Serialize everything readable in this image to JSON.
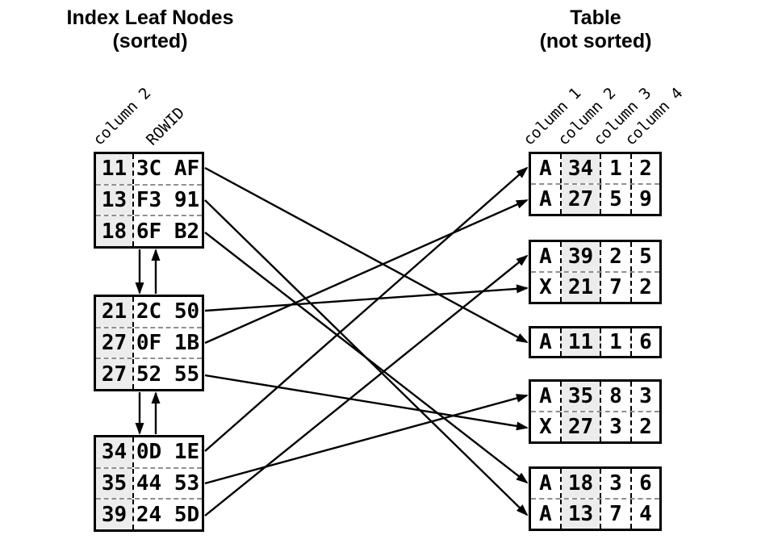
{
  "index_panel": {
    "title_line1": "Index Leaf Nodes",
    "title_line2": "(sorted)",
    "column_labels": [
      "column 2",
      "ROWID"
    ],
    "nodes": [
      {
        "id": "n1",
        "rows": [
          {
            "key": "11",
            "rowid": "3C AF"
          },
          {
            "key": "13",
            "rowid": "F3 91"
          },
          {
            "key": "18",
            "rowid": "6F B2"
          }
        ]
      },
      {
        "id": "n2",
        "rows": [
          {
            "key": "21",
            "rowid": "2C 50"
          },
          {
            "key": "27",
            "rowid": "0F 1B"
          },
          {
            "key": "27",
            "rowid": "52 55"
          }
        ]
      },
      {
        "id": "n3",
        "rows": [
          {
            "key": "34",
            "rowid": "0D 1E"
          },
          {
            "key": "35",
            "rowid": "44 53"
          },
          {
            "key": "39",
            "rowid": "24 5D"
          }
        ]
      }
    ]
  },
  "table_panel": {
    "title_line1": "Table",
    "title_line2": "(not sorted)",
    "column_labels": [
      "column 1",
      "column 2",
      "column 3",
      "column 4"
    ],
    "blocks": [
      {
        "id": "t1",
        "rows": [
          [
            "A",
            "34",
            "1",
            "2"
          ],
          [
            "A",
            "27",
            "5",
            "9"
          ]
        ]
      },
      {
        "id": "t2",
        "rows": [
          [
            "A",
            "39",
            "2",
            "5"
          ],
          [
            "X",
            "21",
            "7",
            "2"
          ]
        ]
      },
      {
        "id": "t3",
        "rows": [
          [
            "A",
            "11",
            "1",
            "6"
          ]
        ]
      },
      {
        "id": "t4",
        "rows": [
          [
            "A",
            "35",
            "8",
            "3"
          ],
          [
            "X",
            "27",
            "3",
            "2"
          ]
        ]
      },
      {
        "id": "t5",
        "rows": [
          [
            "A",
            "18",
            "3",
            "6"
          ],
          [
            "A",
            "13",
            "7",
            "4"
          ]
        ]
      }
    ]
  },
  "connections": [
    {
      "from": "n1r0",
      "to": "t3r0",
      "key": "11"
    },
    {
      "from": "n1r1",
      "to": "t5r1",
      "key": "13"
    },
    {
      "from": "n1r2",
      "to": "t5r0",
      "key": "18"
    },
    {
      "from": "n2r0",
      "to": "t2r1",
      "key": "21"
    },
    {
      "from": "n2r1",
      "to": "t1r1",
      "key": "27"
    },
    {
      "from": "n2r2",
      "to": "t4r1",
      "key": "27"
    },
    {
      "from": "n3r0",
      "to": "t1r0",
      "key": "34"
    },
    {
      "from": "n3r1",
      "to": "t4r0",
      "key": "35"
    },
    {
      "from": "n3r2",
      "to": "t2r0",
      "key": "39"
    }
  ],
  "chain_links": [
    {
      "from": "n1",
      "to": "n2"
    },
    {
      "from": "n2",
      "to": "n3"
    }
  ],
  "colors": {
    "line": "#000000",
    "shade": "#ececec"
  }
}
